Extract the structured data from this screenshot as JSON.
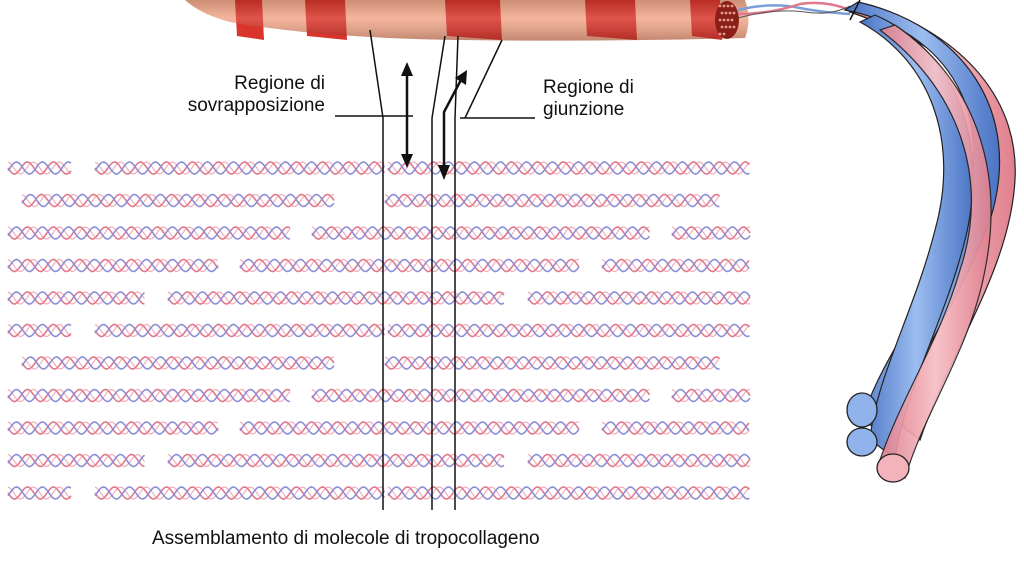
{
  "labels": {
    "overlap_line1": "Regione di",
    "overlap_line2": "sovrapposizione",
    "gap_line1": "Regione di",
    "gap_line2": "giunzione",
    "caption": "Assemblamento di molecole di tropocollageno"
  },
  "colors": {
    "strand_red": "#e2788c",
    "strand_blue": "#8d8fd8",
    "fibril_dark": "#d9352b",
    "fibril_light": "#f2a88c",
    "triple_pink": "#f0a1aa",
    "triple_blue": "#7a9fd6",
    "line": "#111111"
  }
}
